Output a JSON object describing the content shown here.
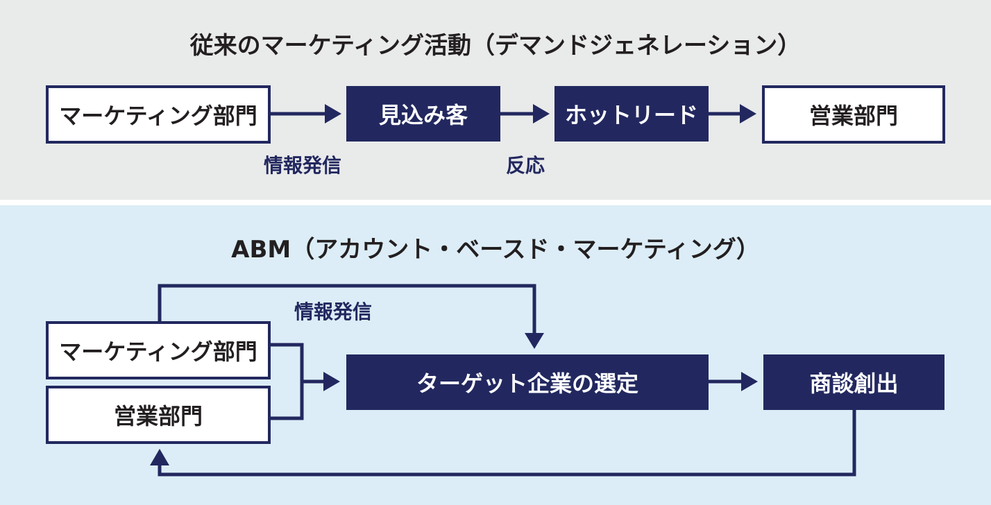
{
  "top": {
    "title": "従来のマーケティング活動（デマンドジェネレーション）",
    "nodes": {
      "marketing": "マーケティング部門",
      "prospect": "見込み客",
      "hot_lead": "ホットリード",
      "sales": "営業部門"
    },
    "labels": {
      "info_send": "情報発信",
      "response": "反応"
    }
  },
  "bottom": {
    "title": "ABM（アカウント・ベースド・マーケティング）",
    "nodes": {
      "marketing": "マーケティング部門",
      "sales": "営業部門",
      "target_selection": "ターゲット企業の選定",
      "deal_creation": "商談創出"
    },
    "labels": {
      "info_send": "情報発信"
    }
  },
  "colors": {
    "navy": "#22285f",
    "top_panel_bg": "#e9eaea",
    "bottom_panel_bg": "#dcedf7"
  }
}
